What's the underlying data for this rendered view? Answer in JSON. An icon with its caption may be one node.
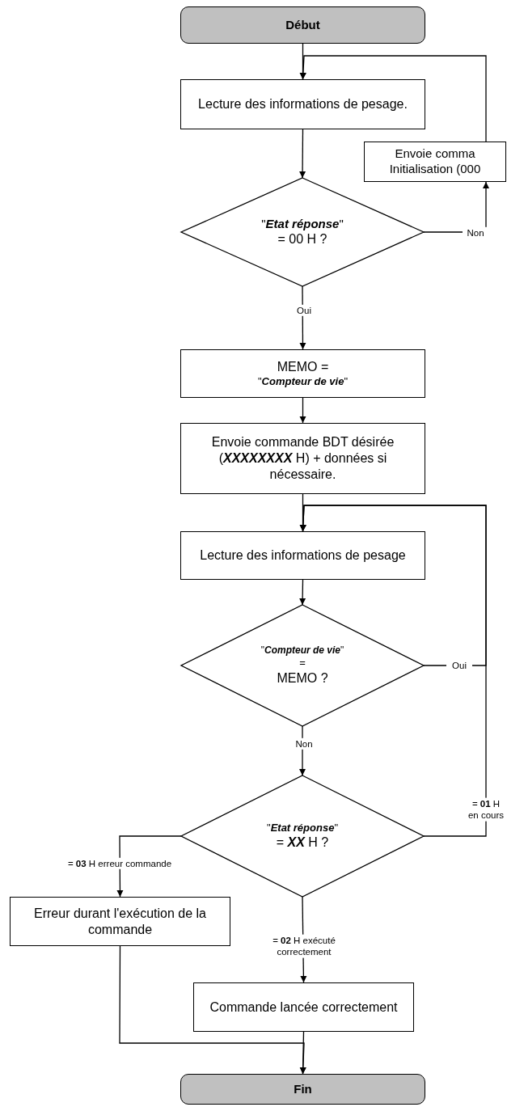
{
  "diagram": {
    "nodes": [
      {
        "text": [
          "Début"
        ]
      },
      {
        "text": [
          "Lecture des informations de pesage."
        ]
      },
      {
        "text": [
          "\"**Etat réponse**\"",
          "= 00 H ?"
        ]
      },
      {
        "text": [
          "Envoie comma Initialisation (000"
        ]
      },
      {
        "text": [
          "MEMO =",
          "\"**Compteur de vie**\""
        ]
      },
      {
        "text": [
          "Envoie commande BDT désirée (**XXXXXXXX** H) + données si nécessaire."
        ]
      },
      {
        "text": [
          "Lecture des informations de pesage"
        ]
      },
      {
        "text": [
          "\"**Compteur de vie**\"",
          "=",
          "MEMO ?"
        ]
      },
      {
        "text": [
          "\"**Etat réponse**\"",
          "= **XX** H ?"
        ]
      },
      {
        "text": [
          "Erreur durant l'exécution de la commande"
        ]
      },
      {
        "text": [
          "Commande lancée correctement"
        ]
      },
      {
        "text": [
          "Fin"
        ]
      }
    ],
    "edges": [
      {
        "from": 0,
        "to": 1,
        "arrow": "to"
      },
      {
        "from": 1,
        "to": 2,
        "arrow": "to"
      },
      {
        "from": 2,
        "to": 3,
        "arrow": "to",
        "label": "Non"
      },
      {
        "from": 3,
        "to": 1,
        "arrow": "to"
      },
      {
        "from": 2,
        "to": 4,
        "arrow": "to",
        "label": "Oui"
      },
      {
        "from": 4,
        "to": 5,
        "arrow": "to"
      },
      {
        "from": 5,
        "to": 6,
        "arrow": "to"
      },
      {
        "from": 6,
        "to": 7,
        "arrow": "to"
      },
      {
        "from": 7,
        "to": 6,
        "arrow": "to",
        "label": "Oui"
      },
      {
        "from": 7,
        "to": 8,
        "arrow": "to",
        "label": "Non"
      },
      {
        "from": 8,
        "to": 6,
        "arrow": "to",
        "label": "= **01** H en cours"
      },
      {
        "from": 8,
        "to": 9,
        "arrow": "to",
        "label": "= **03** H erreur commande"
      },
      {
        "from": 8,
        "to": 10,
        "arrow": "to",
        "label": "= **02** H exécuté correctement"
      },
      {
        "from": 9,
        "to": 11,
        "arrow": "to"
      },
      {
        "from": 10,
        "to": 11,
        "arrow": "to"
      }
    ]
  }
}
